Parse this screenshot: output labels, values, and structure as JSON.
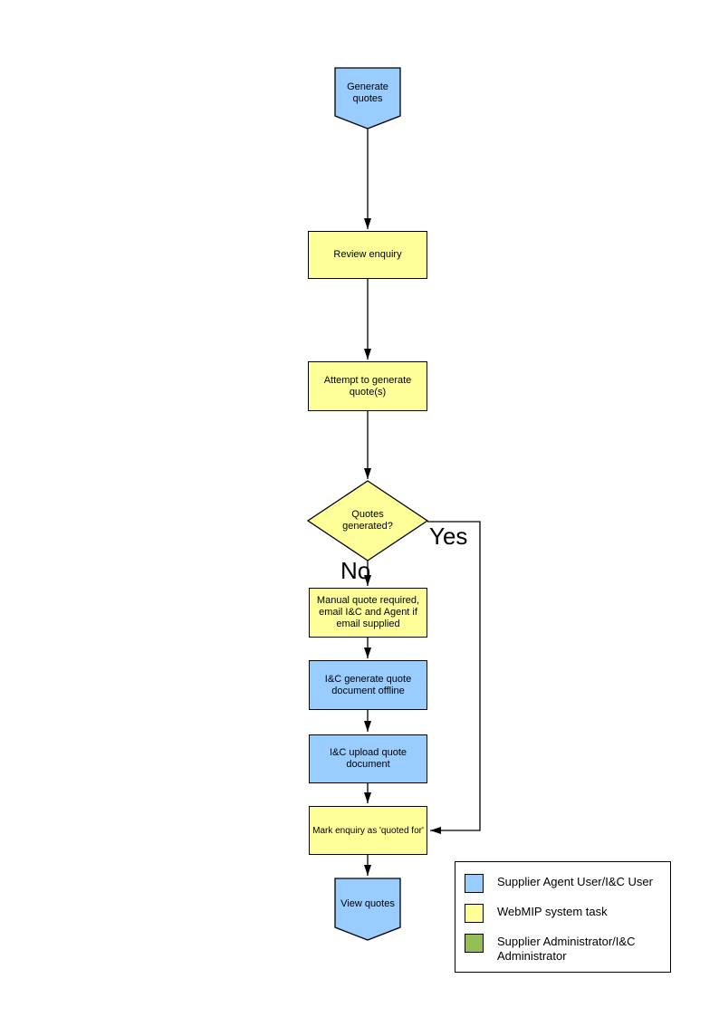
{
  "colors": {
    "actor_task_blue": "#99CCFF",
    "system_task_yellow": "#FFFF99",
    "admin_green": "#95BE56",
    "line_black": "#000000"
  },
  "nodes": {
    "generate_quotes": {
      "label": "Generate quotes",
      "color": "#99CCFF"
    },
    "review_enquiry": {
      "label": "Review enquiry",
      "color": "#FFFF99"
    },
    "attempt_generate": {
      "label": "Attempt to generate quote(s)",
      "color": "#FFFF99"
    },
    "quotes_generated": {
      "label": "Quotes generated?",
      "color": "#FFFF99"
    },
    "manual_quote": {
      "label": "Manual quote required, email I&C and Agent if email supplied",
      "color": "#FFFF99"
    },
    "ic_generate_offline": {
      "label": "I&C generate quote document offline",
      "color": "#99CCFF"
    },
    "ic_upload_document": {
      "label": "I&C upload quote document",
      "color": "#99CCFF"
    },
    "mark_enquiry_quoted": {
      "label": "Mark enquiry as 'quoted for'",
      "color": "#FFFF99"
    },
    "view_quotes": {
      "label": "View quotes",
      "color": "#99CCFF"
    }
  },
  "branches": {
    "yes_label": "Yes",
    "no_label": "No"
  },
  "legend": {
    "items": [
      {
        "label": "Supplier Agent User/I&C User",
        "color": "#99CCFF"
      },
      {
        "label": "WebMIP system task",
        "color": "#FFFF99"
      },
      {
        "label": "Supplier Administrator/I&C Administrator",
        "color": "#95BE56"
      }
    ]
  }
}
